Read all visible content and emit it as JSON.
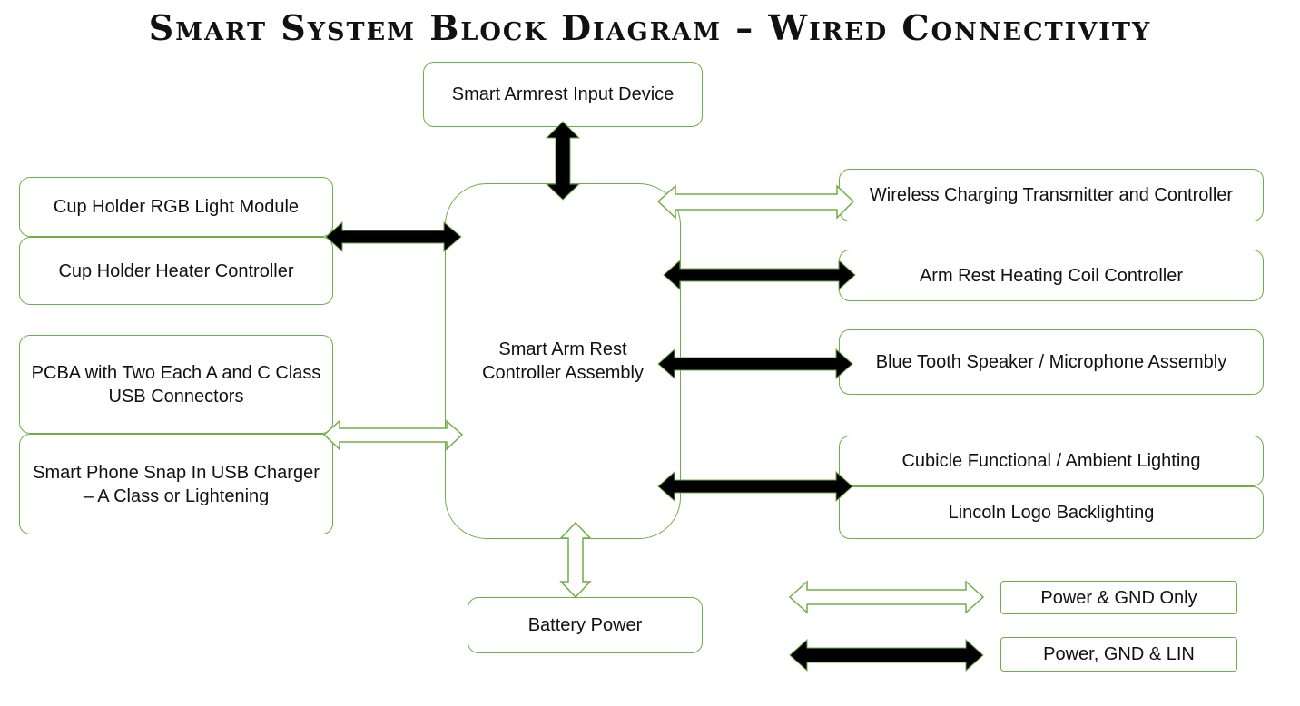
{
  "title": "Smart System Block Diagram – Wired Connectivity",
  "blocks": {
    "input_device": "Smart Armrest Input Device",
    "cup_rgb": "Cup Holder RGB Light Module",
    "cup_heater": "Cup Holder Heater Controller",
    "pcba": "PCBA with Two Each A and C Class USB Connectors",
    "phone_charger": "Smart Phone Snap In USB Charger – A Class or Lightening",
    "controller": "Smart Arm Rest Controller Assembly",
    "wireless_charging": "Wireless Charging Transmitter and Controller",
    "heating_coil": "Arm Rest Heating Coil Controller",
    "bt_speaker": "Blue Tooth Speaker / Microphone Assembly",
    "cubicle_lighting": "Cubicle Functional / Ambient Lighting",
    "logo_backlight": "Lincoln Logo Backlighting",
    "battery": "Battery Power"
  },
  "legend": {
    "power_gnd": "Power & GND Only",
    "power_gnd_lin": "Power, GND & LIN"
  },
  "colors": {
    "border": "#70ad47",
    "solid_arrow": "#000000",
    "hollow_arrow_stroke": "#70ad47"
  }
}
